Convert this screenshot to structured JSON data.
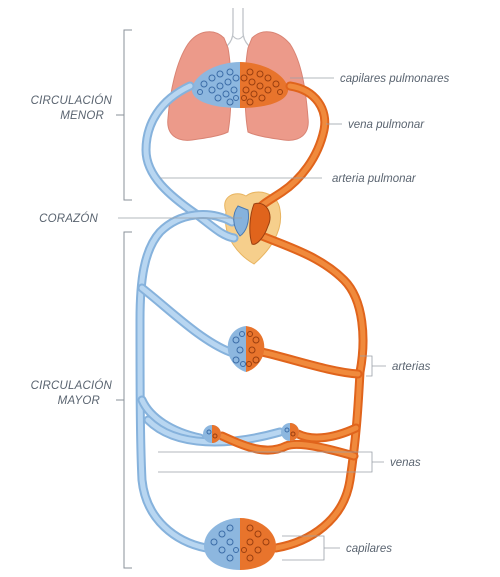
{
  "labels": {
    "circ_menor_1": "CIRCULACIÓN",
    "circ_menor_2": "MENOR",
    "corazon": "CORAZÓN",
    "circ_mayor_1": "CIRCULACIÓN",
    "circ_mayor_2": "MAYOR",
    "capilares_pulmonares": "capilares pulmonares",
    "vena_pulmonar": "vena pulmonar",
    "arteria_pulmonar": "arteria pulmonar",
    "arterias": "arterias",
    "venas": "venas",
    "capilares": "capilares"
  },
  "colors": {
    "vein": "#86b2dc",
    "artery": "#e0641c",
    "lung": "#ec9a8a",
    "heart_halo": "#f6cf8c"
  }
}
